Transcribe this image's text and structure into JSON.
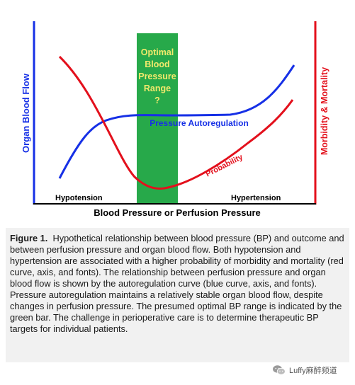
{
  "diagram": {
    "optimal_label_lines": [
      "Optimal",
      "Blood",
      "Pressure",
      "Range",
      "?"
    ],
    "curve_label_blue": "Pressure Autoregulation",
    "curve_label_red": "Probability",
    "region_low": "Hypotension",
    "region_high": "Hypertension",
    "x_axis_label": "Blood Pressure or Perfusion Pressure",
    "y_axis_left_label": "Organ Blood Flow",
    "y_axis_right_label": "Morbidity & Mortality",
    "colors": {
      "blue": "#1630e6",
      "red": "#e3101c",
      "green": "#27a94a",
      "green_text": "#f2e96c",
      "axis": "#000000"
    }
  },
  "caption": {
    "label": "Figure 1.",
    "text": "Hypothetical relationship between blood pressure (BP) and outcome and between perfusion pressure and organ blood flow. Both hypotension and hypertension are associated with a higher probability of morbidity and mortality (red curve, axis, and fonts). The relationship between perfusion pressure and organ blood flow is shown by the autoregulation curve (blue curve, axis, and fonts). Pressure autoregulation maintains a relatively stable organ blood flow, despite changes in perfusion pressure. The presumed optimal BP range is indicated by the green bar. The challenge in perioperative care is to determine therapeutic BP targets for individual patients."
  },
  "watermark": {
    "icon": "wechat-icon",
    "text": "Luffy麻醉频道"
  }
}
